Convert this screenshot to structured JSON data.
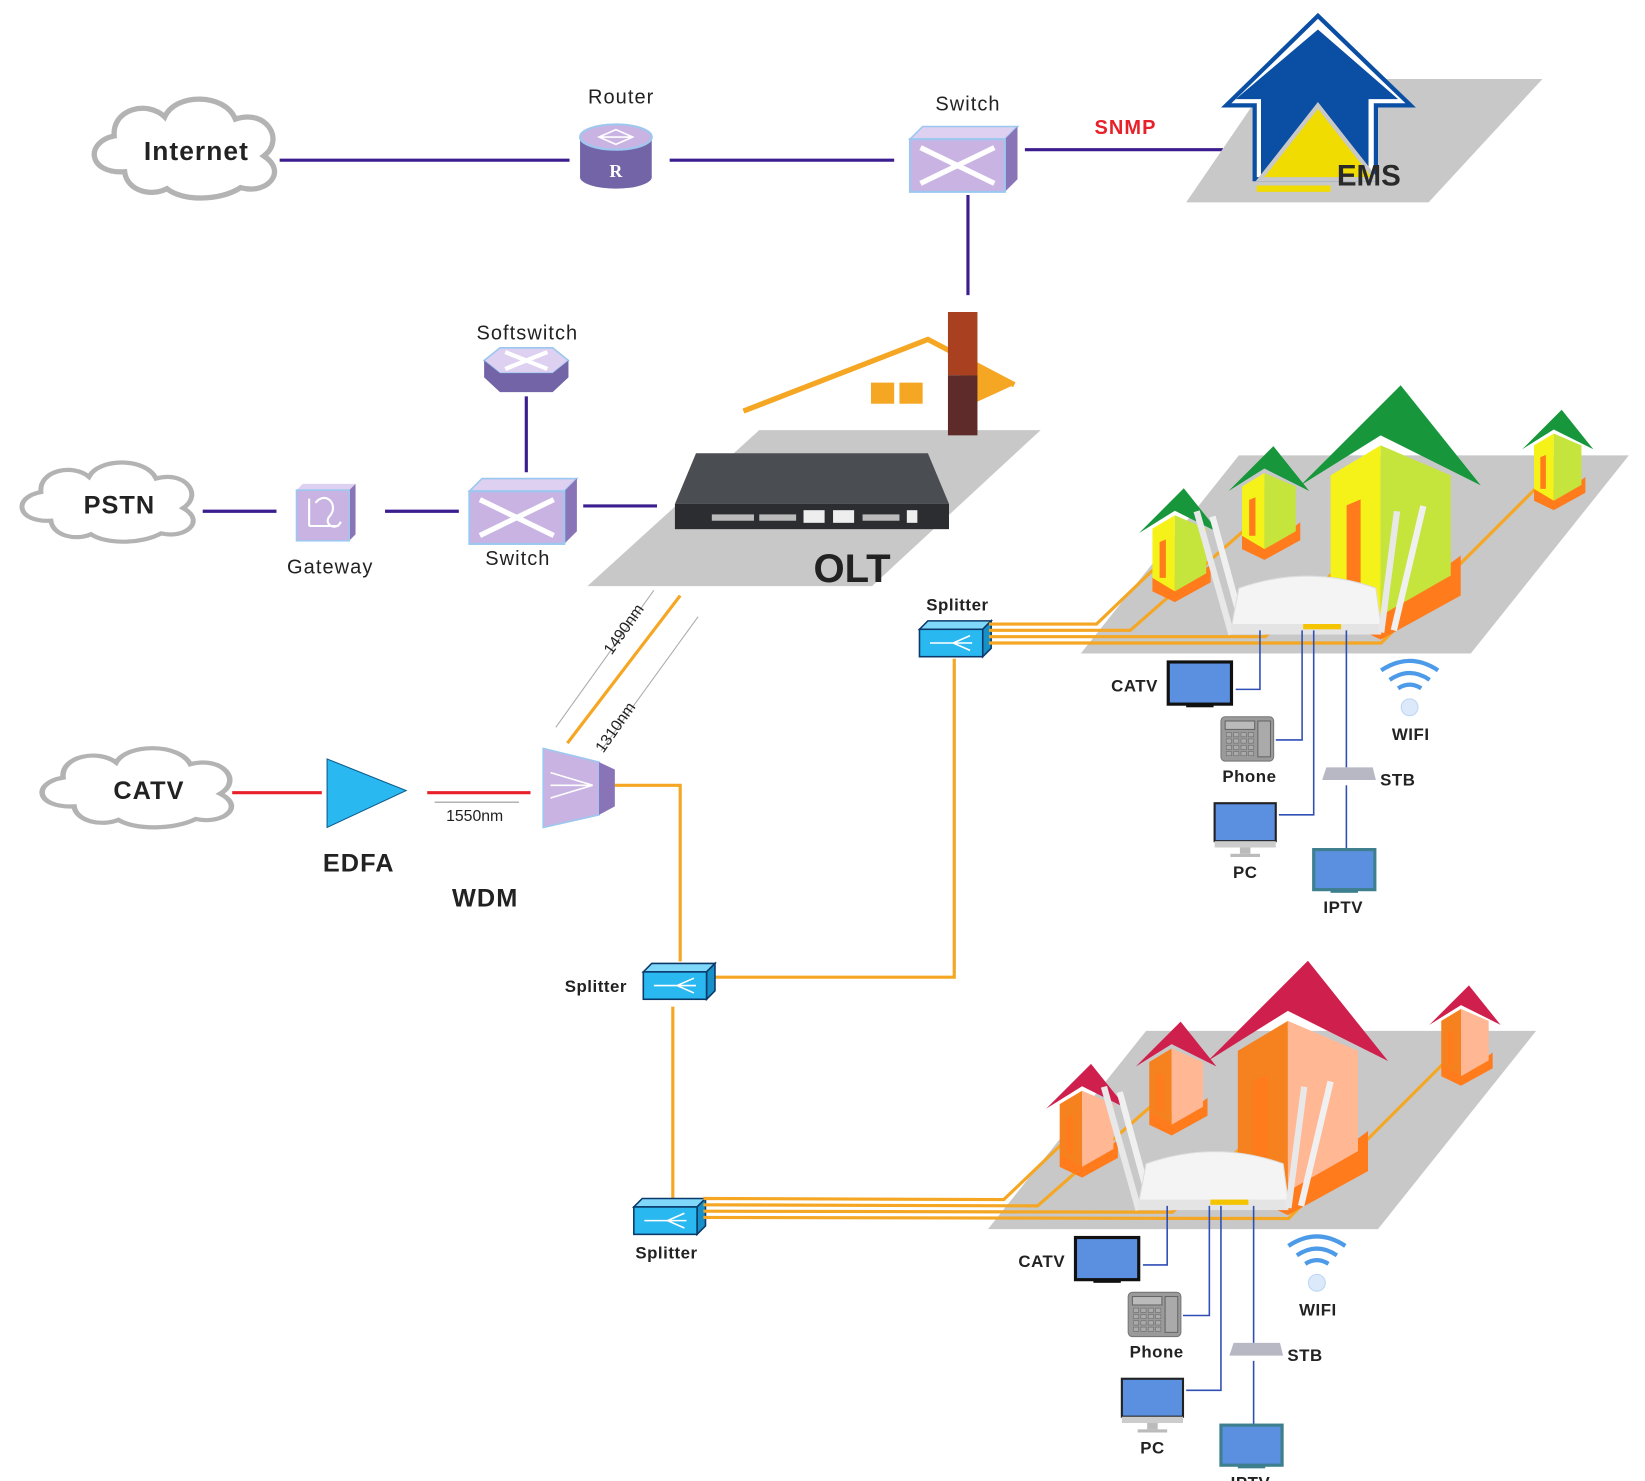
{
  "colors": {
    "network_link": "#3b1d8f",
    "catv_link": "#e8202a",
    "fiber": "#f5a623",
    "drop_cable": "#2f4fb5",
    "snmp": "#e8202a",
    "ems_blue": "#0a4fa3",
    "ems_yellow": "#f0dc00",
    "platform_gray": "#c8c8c8",
    "device_purple": "#c9b3e3",
    "splitter_blue": "#2ab8f0"
  },
  "core": {
    "internet": "Internet",
    "router": "Router",
    "router_mark": "R",
    "switch_top": "Switch",
    "snmp": "SNMP",
    "ems": "EMS",
    "softswitch": "Softswitch",
    "pstn": "PSTN",
    "gateway": "Gateway",
    "switch_mid": "Switch",
    "olt": "OLT"
  },
  "optical": {
    "wavelength_1490": "1490nm",
    "wavelength_1310": "1310nm",
    "wavelength_1550": "1550nm",
    "catv": "CATV",
    "edfa": "EDFA",
    "wdm": "WDM",
    "splitter_top": "Splitter",
    "splitter_mid": "Splitter",
    "splitter_bottom": "Splitter"
  },
  "sites": [
    {
      "theme": "green",
      "roof": "#17963c",
      "wall_light": "#f5f21a",
      "wall_dark": "#c5e43c",
      "base": "#ff7b1c",
      "catv": "CATV",
      "phone": "Phone",
      "pc": "PC",
      "iptv": "IPTV",
      "stb": "STB",
      "wifi": "WIFI"
    },
    {
      "theme": "red",
      "roof": "#cf1f4d",
      "wall_light": "#f5821f",
      "wall_dark": "#ffb794",
      "base": "#ff7b1c",
      "catv": "CATV",
      "phone": "Phone",
      "pc": "PC",
      "iptv": "IPTV",
      "stb": "STB",
      "wifi": "WIFI"
    }
  ]
}
